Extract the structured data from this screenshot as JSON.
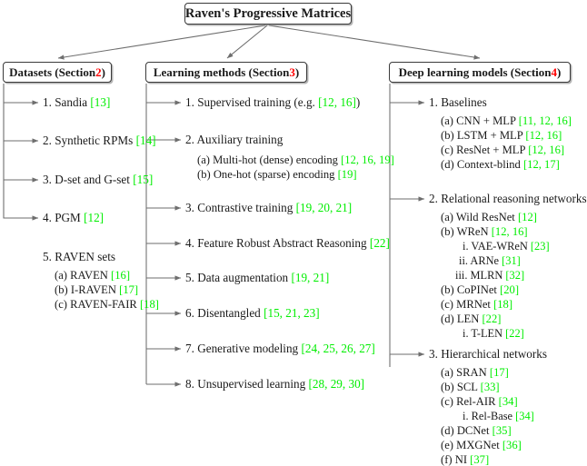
{
  "title": {
    "text": "Raven's Progressive Matrices"
  },
  "columns": [
    {
      "id": "datasets",
      "header_text": "Datasets (Section ",
      "header_section": "2",
      "header_close": ")",
      "items": [
        {
          "label": "1. Sandia ",
          "cites": "[13]"
        },
        {
          "label": "2. Synthetic RPMs ",
          "cites": "[14]"
        },
        {
          "label": "3. D-set and G-set ",
          "cites": "[15]"
        },
        {
          "label": "4. PGM ",
          "cites": "[12]"
        },
        {
          "label": "5. RAVEN sets",
          "cites": "",
          "children": [
            {
              "label": "(a) RAVEN ",
              "cites": "[16]"
            },
            {
              "label": "(b) I-RAVEN ",
              "cites": "[17]"
            },
            {
              "label": "(c) RAVEN-FAIR ",
              "cites": "[18]"
            }
          ]
        }
      ]
    },
    {
      "id": "learning-methods",
      "header_text": "Learning methods (Section ",
      "header_section": "3",
      "header_close": ")",
      "items": [
        {
          "label": "1. Supervised training (e.g. ",
          "cites": "[12, 16]",
          "tail": ")"
        },
        {
          "label": "2. Auxiliary training",
          "cites": "",
          "children": [
            {
              "label": "(a) Multi-hot (dense) encoding ",
              "cites": "[12, 16, 19]"
            },
            {
              "label": "(b) One-hot (sparse) encoding ",
              "cites": "[19]"
            }
          ]
        },
        {
          "label": "3. Contrastive training ",
          "cites": "[19, 20, 21]"
        },
        {
          "label": "4. Feature Robust Abstract Reasoning ",
          "cites": "[22]"
        },
        {
          "label": "5. Data augmentation ",
          "cites": "[19, 21]"
        },
        {
          "label": "6. Disentangled ",
          "cites": "[15, 21, 23]"
        },
        {
          "label": "7. Generative modeling ",
          "cites": "[24, 25, 26, 27]"
        },
        {
          "label": "8. Unsupervised learning ",
          "cites": "[28, 29, 30]"
        }
      ]
    },
    {
      "id": "deep-learning-models",
      "header_text": "Deep learning models (Section ",
      "header_section": "4",
      "header_close": ")",
      "items": [
        {
          "label": "1. Baselines",
          "cites": "",
          "children": [
            {
              "label": "(a) CNN + MLP ",
              "cites": "[11, 12, 16]"
            },
            {
              "label": "(b) LSTM + MLP ",
              "cites": "[12, 16]"
            },
            {
              "label": "(c) ResNet + MLP ",
              "cites": "[12, 16]"
            },
            {
              "label": "(d) Context-blind ",
              "cites": "[12, 17]"
            }
          ]
        },
        {
          "label": "2. Relational reasoning networks",
          "cites": "",
          "children": [
            {
              "label": "(a) Wild ResNet ",
              "cites": "[12]"
            },
            {
              "label": "(b) WReN ",
              "cites": "[12, 16]"
            },
            {
              "label": "i. VAE-WReN ",
              "cites": "[23]",
              "level": 3
            },
            {
              "label": "ii. ARNe ",
              "cites": "[31]",
              "level": 3
            },
            {
              "label": "iii. MLRN ",
              "cites": "[32]",
              "level": 3
            },
            {
              "label": "(b) CoPINet ",
              "cites": "[20]"
            },
            {
              "label": "(c) MRNet ",
              "cites": "[18]"
            },
            {
              "label": "(d) LEN ",
              "cites": "[22]"
            },
            {
              "label": "i. T-LEN ",
              "cites": "[22]",
              "level": 3
            }
          ]
        },
        {
          "label": "3. Hierarchical networks",
          "cites": "",
          "children": [
            {
              "label": "(a) SRAN ",
              "cites": "[17]"
            },
            {
              "label": "(b) SCL ",
              "cites": "[33]"
            },
            {
              "label": "(c) Rel-AIR ",
              "cites": "[34]"
            },
            {
              "label": "i. Rel-Base ",
              "cites": "[34]",
              "level": 3
            },
            {
              "label": "(d) DCNet ",
              "cites": "[35]"
            },
            {
              "label": "(e) MXGNet ",
              "cites": "[36]"
            },
            {
              "label": "(f) NI ",
              "cites": "[37]"
            }
          ]
        }
      ]
    }
  ],
  "colors": {
    "citation": "#00ee00",
    "section": "#ff0000",
    "line": "#6e6e6e",
    "border": "#3a3a3a"
  }
}
